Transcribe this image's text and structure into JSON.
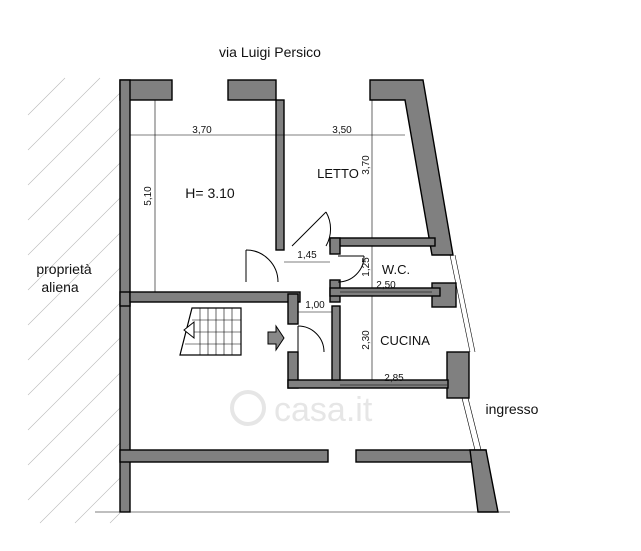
{
  "labels": {
    "street": "via Luigi Persico",
    "neighbor_line1": "proprietà",
    "neighbor_line2": "aliena",
    "height": "H= 3.10",
    "bedroom": "LETTO",
    "wc": "W.C.",
    "kitchen": "CUCINA",
    "entrance": "ingresso",
    "watermark": "casa.it"
  },
  "dimensions": {
    "living_width": "3,70",
    "bedroom_width": "3,50",
    "living_depth": "5,10",
    "bedroom_depth": "3,70",
    "hall_width": "1,45",
    "wc_depth": "1,25",
    "wc_width": "2,50",
    "passage_width": "1,00",
    "kitchen_depth": "2,30",
    "kitchen_width": "2,85"
  },
  "colors": {
    "wall_fill": "#808080",
    "hatch": "#bbbbbb",
    "watermark": "#e6e6e6"
  }
}
